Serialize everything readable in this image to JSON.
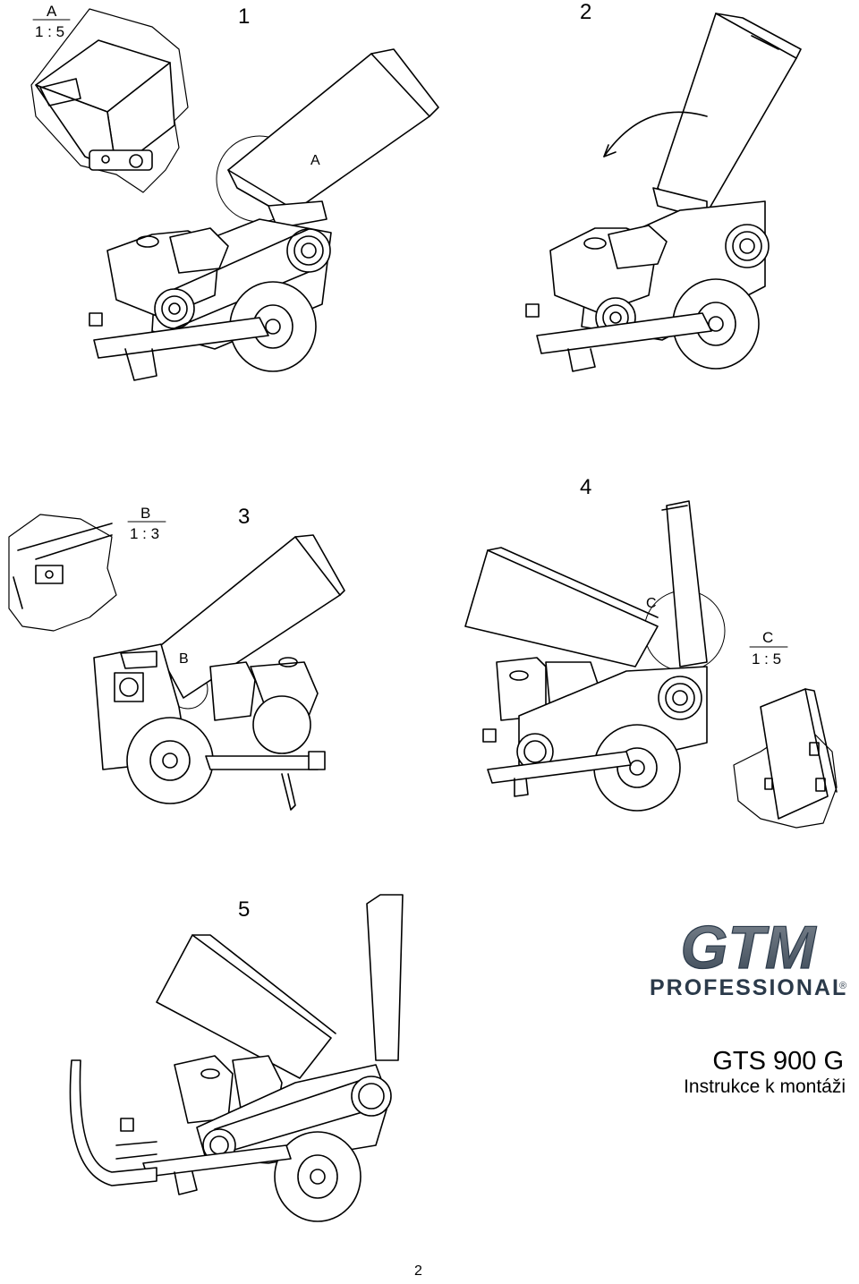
{
  "steps": {
    "s1": "1",
    "s2": "2",
    "s3": "3",
    "s4": "4",
    "s5": "5"
  },
  "details": {
    "a": {
      "letter": "A",
      "scale": "1 : 5"
    },
    "b": {
      "letter": "B",
      "scale": "1 : 3"
    },
    "c": {
      "letter": "C",
      "scale": "1 : 5"
    }
  },
  "callouts": {
    "a": "A",
    "b": "B",
    "c": "C"
  },
  "brand": {
    "logo_text": "GTM",
    "sub_text": "PROFESSIONAL",
    "registered": "®",
    "color": "#2b3a4a"
  },
  "product": {
    "model": "GTS 900 G",
    "subtitle": "Instrukce k montáži"
  },
  "page": {
    "number": "2"
  }
}
